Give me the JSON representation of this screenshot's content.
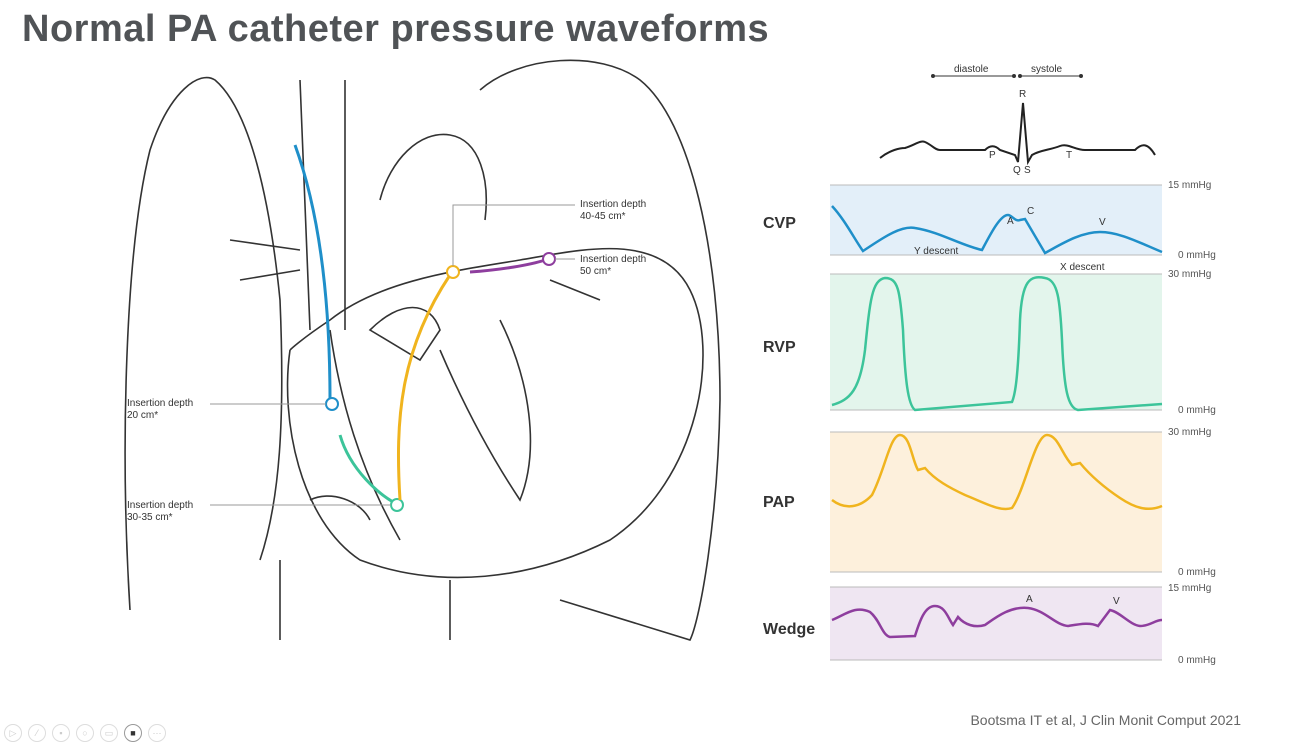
{
  "title": "Normal PA catheter pressure waveforms",
  "citation": "Bootsma IT et al, J Clin Monit Comput 2021",
  "ecg": {
    "diastole": "diastole",
    "systole": "systole",
    "R": "R",
    "P": "P",
    "Q": "Q",
    "S": "S",
    "T": "T"
  },
  "heart_labels": {
    "depth_20": [
      "Insertion depth",
      "20 cm*"
    ],
    "depth_30": [
      "Insertion depth",
      "30-35 cm*"
    ],
    "depth_40": [
      "Insertion depth",
      "40-45 cm*"
    ],
    "depth_50": [
      "Insertion depth",
      "50 cm*"
    ]
  },
  "panels": [
    {
      "name": "CVP",
      "top": "15 mmHg",
      "bottom": "0 mmHg",
      "color": "#1f8fc9",
      "bg": "#e3eff9",
      "annotations": {
        "A": "A",
        "C": "C",
        "V": "V",
        "y": "Y descent",
        "x": "X descent"
      }
    },
    {
      "name": "RVP",
      "top": "30 mmHg",
      "bottom": "0 mmHg",
      "color": "#3cc49a",
      "bg": "#e3f5ec"
    },
    {
      "name": "PAP",
      "top": "30 mmHg",
      "bottom": "0 mmHg",
      "color": "#f0b41e",
      "bg": "#fdf0dc"
    },
    {
      "name": "Wedge",
      "top": "15 mmHg",
      "bottom": "0 mmHg",
      "color": "#8e3e9e",
      "bg": "#efe6f2",
      "annotations": {
        "A": "A",
        "V": "V"
      }
    }
  ],
  "toolbar": [
    "play",
    "pen",
    "save",
    "zoom",
    "screen",
    "camera",
    "more"
  ]
}
